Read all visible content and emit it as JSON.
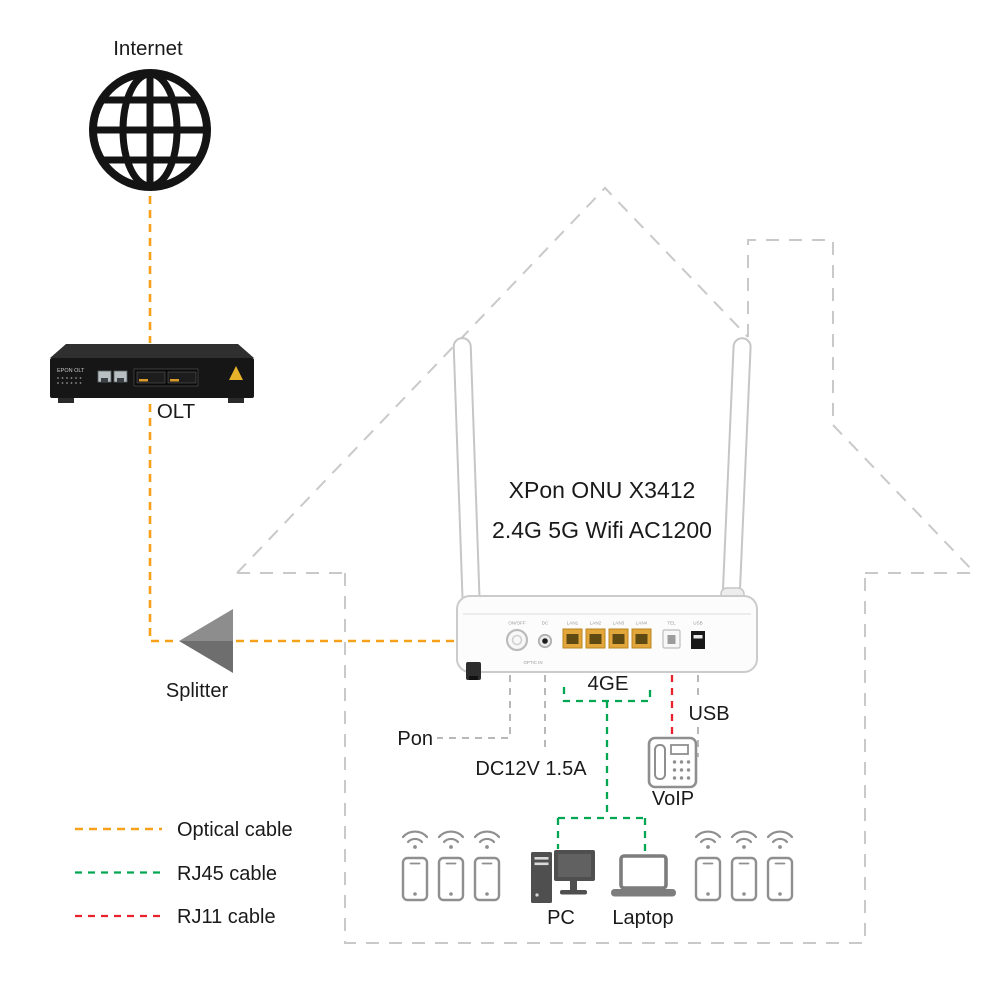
{
  "colors": {
    "optical": "#F7A11A",
    "rj45": "#00A651",
    "rj11": "#E8232E"
  },
  "internet": {
    "label": "Internet"
  },
  "olt": {
    "label": "OLT",
    "device_text": "EPON OLT"
  },
  "splitter": {
    "label": "Splitter"
  },
  "router": {
    "model": "XPon ONU X3412",
    "wifi_spec": "2.4G 5G Wifi AC1200",
    "ports": {
      "power": "ON/OFF",
      "dc": "DC",
      "lan1": "LAN1",
      "lan2": "LAN2",
      "lan3": "LAN3",
      "lan4": "LAN4",
      "tel": "TEL",
      "usb": "USB",
      "optic": "OPTIC IN"
    }
  },
  "callouts": {
    "pon": "Pon",
    "dc_power": "DC12V 1.5A",
    "lan_group": "4GE",
    "usb": "USB",
    "voip": "VoIP",
    "pc": "PC",
    "laptop": "Laptop"
  },
  "legend": {
    "items": [
      {
        "label": "Optical cable"
      },
      {
        "label": "RJ45 cable"
      },
      {
        "label": "RJ11 cable"
      }
    ]
  }
}
